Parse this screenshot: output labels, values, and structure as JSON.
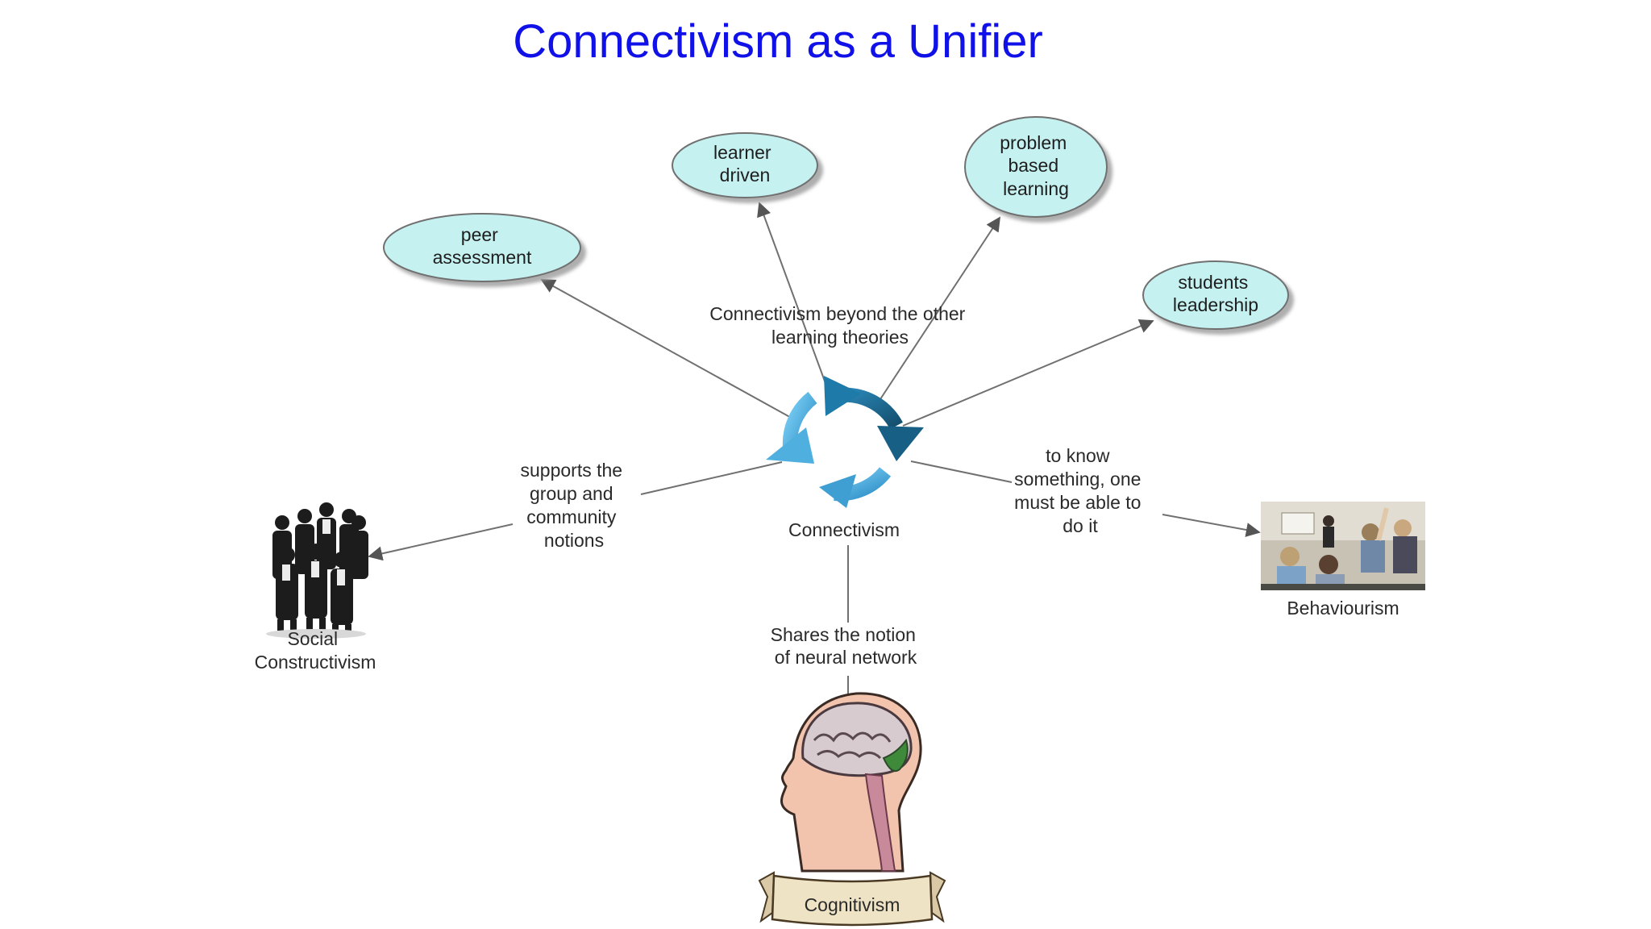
{
  "title": "Connectivism as a Unifier",
  "center": {
    "label": "Connectivism",
    "caption_lines": [
      "Connectivism beyond the other",
      "learning theories"
    ]
  },
  "bubbles": [
    {
      "id": "peer",
      "lines": [
        "peer",
        "assessment"
      ]
    },
    {
      "id": "learner",
      "lines": [
        "learner",
        "driven"
      ]
    },
    {
      "id": "pbl",
      "lines": [
        "problem",
        "based",
        "learning"
      ]
    },
    {
      "id": "students",
      "lines": [
        "students",
        "leadership"
      ]
    }
  ],
  "theories": {
    "social": {
      "lines": [
        "Social",
        "Constructivism"
      ],
      "link_lines": [
        "supports the",
        "group and",
        "community",
        "notions"
      ]
    },
    "behaviourism": {
      "lines": [
        "Behaviourism"
      ],
      "link_lines": [
        "to know",
        "something, one",
        "must be able to",
        "do it"
      ]
    },
    "cognitivism": {
      "label": "Cognitivism",
      "link_lines": [
        "Shares the notion",
        "of neural network"
      ]
    }
  },
  "colors": {
    "title": "#1010e8",
    "bubble_fill": "#c6f1f1",
    "arrow": "#707070",
    "cycle_light": "#5cb6e6",
    "cycle_dark": "#1c6e96"
  }
}
